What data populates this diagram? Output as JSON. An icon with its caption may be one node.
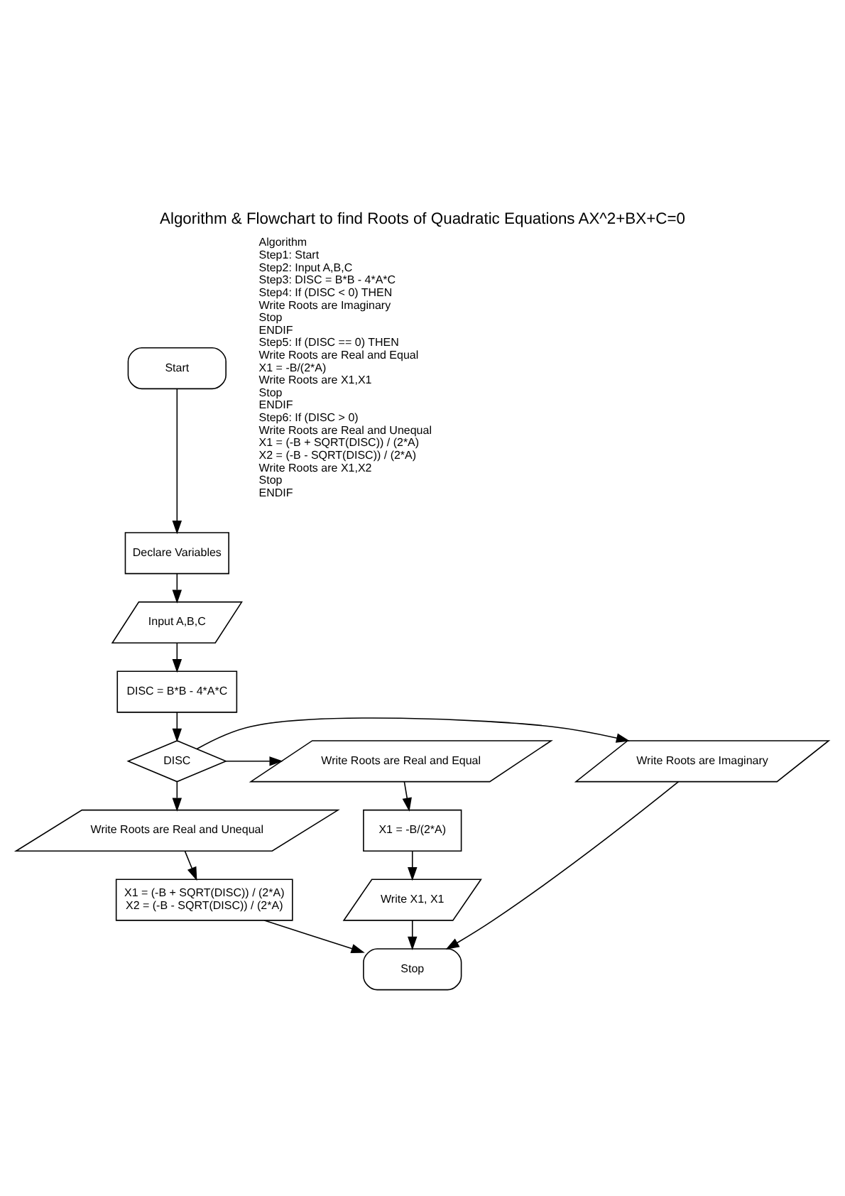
{
  "diagram": {
    "title": "Algorithm & Flowchart to find Roots of Quadratic Equations AX^2+BX+C=0",
    "nodes": [
      {
        "text": [
          "Start"
        ]
      },
      {
        "text": [
          "Declare Variables"
        ]
      },
      {
        "text": [
          "Input A,B,C"
        ]
      },
      {
        "text": [
          "DISC = B*B - 4*A*C"
        ]
      },
      {
        "text": [
          "DISC"
        ]
      },
      {
        "text": [
          "Write Roots are Imaginary"
        ]
      },
      {
        "text": [
          "Write Roots are Real and Equal"
        ]
      },
      {
        "text": [
          "Write Roots are Real and Unequal"
        ]
      },
      {
        "text": [
          "X1 = -B/(2*A)"
        ]
      },
      {
        "text": [
          "X1 = (-B + SQRT(DISC)) / (2*A)",
          "X2 = (-B - SQRT(DISC)) / (2*A)"
        ]
      },
      {
        "text": [
          "Write X1, X1"
        ]
      },
      {
        "text": [
          "Stop"
        ]
      }
    ],
    "edges": [
      {
        "from": 0,
        "to": 1,
        "arrow": "to"
      },
      {
        "from": 1,
        "to": 2,
        "arrow": "to"
      },
      {
        "from": 2,
        "to": 3,
        "arrow": "to"
      },
      {
        "from": 3,
        "to": 4,
        "arrow": "to"
      },
      {
        "from": 4,
        "to": 5,
        "arrow": "to"
      },
      {
        "from": 4,
        "to": 6,
        "arrow": "to"
      },
      {
        "from": 4,
        "to": 7,
        "arrow": "to"
      },
      {
        "from": 7,
        "to": 9,
        "arrow": "to"
      },
      {
        "from": 6,
        "to": 8,
        "arrow": "to"
      },
      {
        "from": 8,
        "to": 10,
        "arrow": "to"
      },
      {
        "from": 9,
        "to": 11,
        "arrow": "to"
      },
      {
        "from": 5,
        "to": 11,
        "arrow": "to"
      },
      {
        "from": 10,
        "to": 11,
        "arrow": "to"
      }
    ],
    "labels": [
      "Algorithm",
      "Step1: Start",
      "Step2: Input A,B,C",
      "Step3: DISC = B*B - 4*A*C",
      "Step4: If (DISC < 0) THEN",
      "Write Roots are Imaginary",
      "Stop",
      "ENDIF",
      "Step5: If (DISC == 0) THEN",
      "Write Roots are Real and Equal",
      "X1 = -B/(2*A)",
      "Write Roots are X1,X1",
      "Stop",
      "ENDIF",
      "Step6: If (DISC > 0)",
      "Write Roots are Real and Unequal",
      "X1 = (-B + SQRT(DISC)) / (2*A)",
      "X2 = (-B - SQRT(DISC)) / (2*A)",
      "Write Roots are X1,X2",
      "Stop",
      "ENDIF"
    ]
  }
}
